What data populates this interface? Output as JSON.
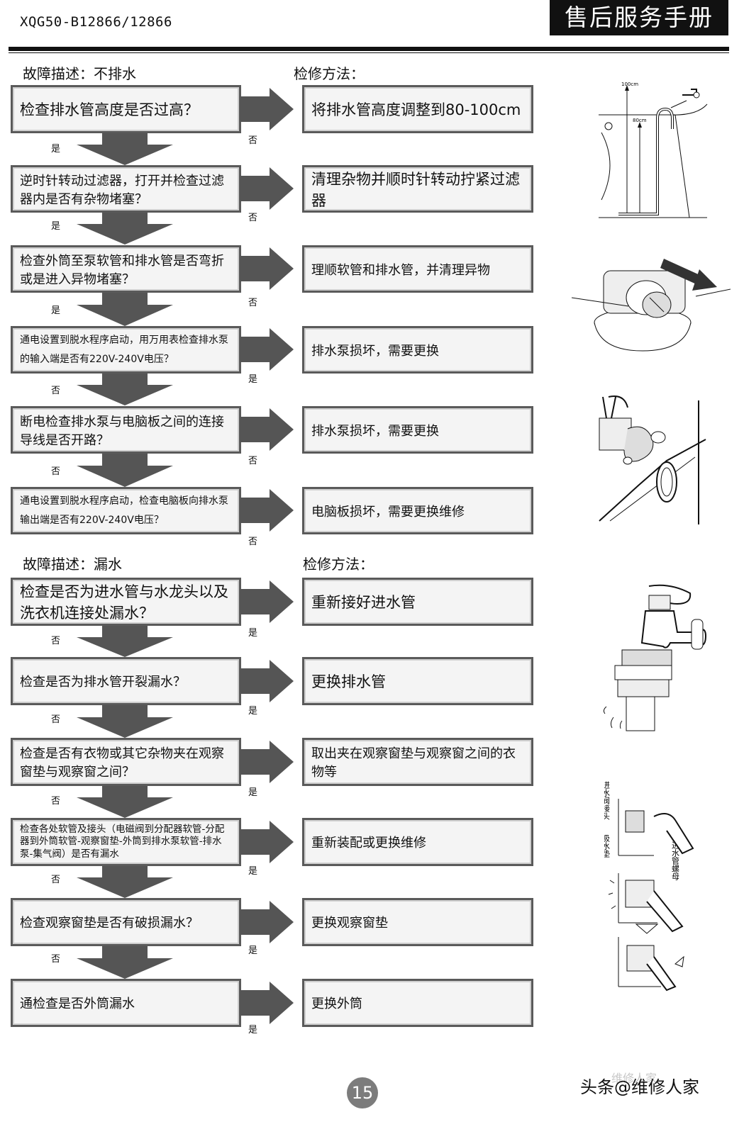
{
  "header": {
    "model": "XQG50-B12866/12866",
    "manual_title": "售后服务手册"
  },
  "section1": {
    "fault_label": "故障描述：不排水",
    "method_label": "检修方法：",
    "rows": [
      {
        "check": "检查排水管高度是否过高？",
        "fix": "将排水管高度调整到80-100cm",
        "side": "否",
        "down": "是"
      },
      {
        "check": "逆时针转动过滤器，打开并检查过滤器内是否有杂物堵塞？",
        "fix": "清理杂物并顺时针转动拧紧过滤器",
        "side": "否",
        "down": "是"
      },
      {
        "check": "检查外筒至泵软管和排水管是否弯折或是进入异物堵塞？",
        "fix": "理顺软管和排水管，并清理异物",
        "side": "否",
        "down": "是"
      },
      {
        "check": "通电设置到脱水程序启动，用万用表检查排水泵的输入端是否有220V-240V电压？",
        "fix": "排水泵损坏，需要更换",
        "side": "是",
        "down": "否"
      },
      {
        "check": "断电检查排水泵与电脑板之间的连接导线是否开路？",
        "fix": "排水泵损坏，需要更换",
        "side": "否",
        "down": "否"
      },
      {
        "check": "通电设置到脱水程序启动，检查电脑板向排水泵输出端是否有220V-240V电压？",
        "fix": "电脑板损坏，需要更换维修",
        "side": "否"
      }
    ]
  },
  "section2": {
    "fault_label": "故障描述：漏水",
    "method_label": "检修方法：",
    "rows": [
      {
        "check": "检查是否为进水管与水龙头以及洗衣机连接处漏水？",
        "fix": "重新接好进水管",
        "side": "是",
        "down": "否"
      },
      {
        "check": "检查是否为排水管开裂漏水？",
        "fix": "更换排水管",
        "side": "是",
        "down": "否"
      },
      {
        "check": "检查是否有衣物或其它杂物夹在观察窗垫与观察窗之间？",
        "fix": "取出夹在观察窗垫与观察窗之间的衣物等",
        "side": "是",
        "down": "否"
      },
      {
        "check": "检查各处软管及接头（电磁阀到分配器软管-分配器到外筒软管-观察窗垫-外筒到排水泵软管-排水泵-集气阀）是否有漏水",
        "fix": "重新装配或更换维修",
        "side": "是",
        "down": "否"
      },
      {
        "check": "检查观察窗垫是否有破损漏水？",
        "fix": "更换观察窗垫",
        "side": "是",
        "down": "否"
      },
      {
        "check": "通检查是否外筒漏水",
        "fix": "更换外筒",
        "side": "是"
      }
    ]
  },
  "illustrations": {
    "hose_height": {
      "label_100": "100cm",
      "label_80": "80cm"
    },
    "inlet": {
      "valve_joint": "进水阀接头",
      "gasket": "吸水垫",
      "nut": "进水管螺母"
    }
  },
  "footer": {
    "page_number": "15",
    "watermark": "头条@维修人家",
    "watermark_faint": "维修人家"
  }
}
